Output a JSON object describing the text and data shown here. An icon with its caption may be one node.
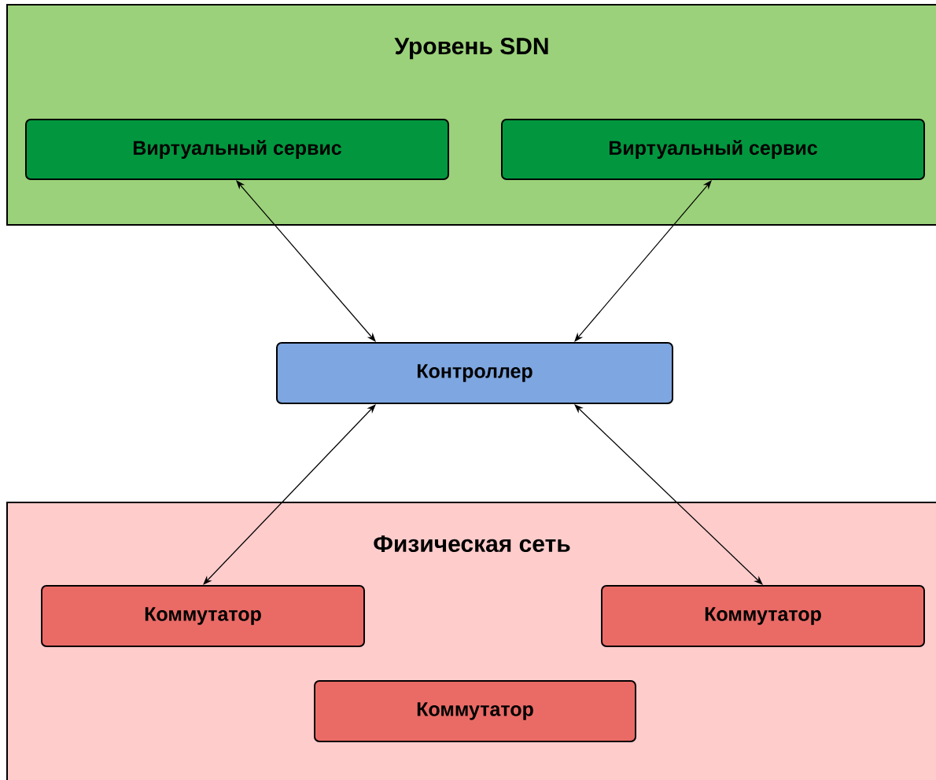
{
  "diagram": {
    "nodes": [
      {
        "text": [
          "Уровень SDN"
        ]
      },
      {
        "text": [
          "Виртуальный сервис"
        ],
        "in": 0
      },
      {
        "text": [
          "Виртуальный сервис"
        ],
        "in": 0
      },
      {
        "text": [
          "Контроллер"
        ]
      },
      {
        "text": [
          "Физическая сеть"
        ]
      },
      {
        "text": [
          "Коммутатор"
        ],
        "in": 4
      },
      {
        "text": [
          "Коммутатор"
        ],
        "in": 4
      },
      {
        "text": [
          "Коммутатор"
        ],
        "in": 4
      }
    ],
    "edges": [
      {
        "from": 1,
        "to": 3,
        "arrow": "both"
      },
      {
        "from": 2,
        "to": 3,
        "arrow": "both"
      },
      {
        "from": 3,
        "to": 5,
        "arrow": "both"
      },
      {
        "from": 3,
        "to": 6,
        "arrow": "both"
      }
    ]
  }
}
